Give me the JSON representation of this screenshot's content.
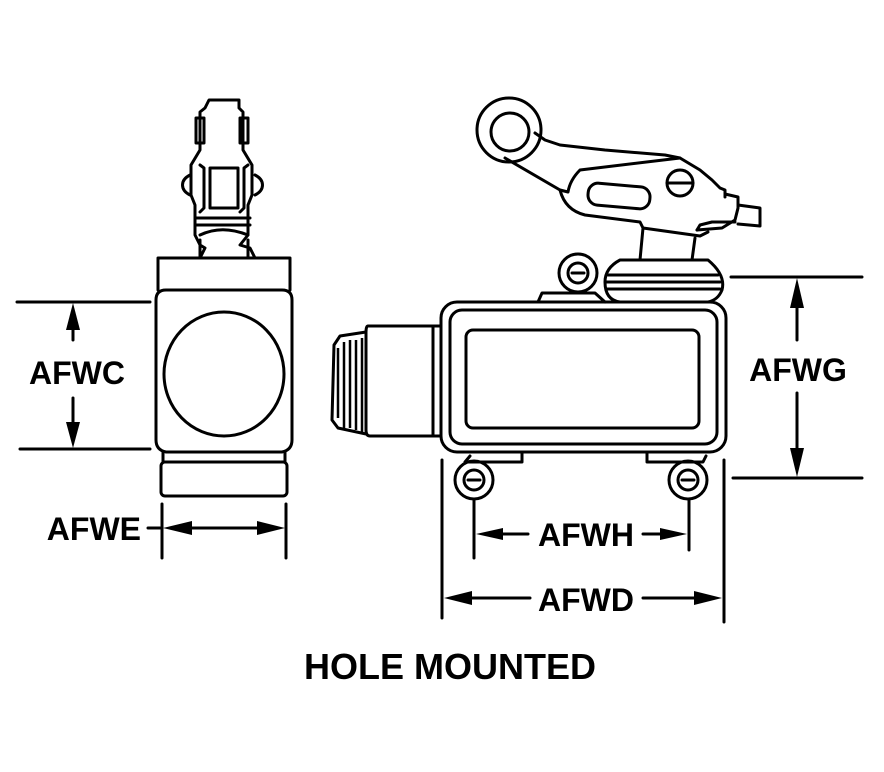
{
  "title": "HOLE MOUNTED",
  "dimensions": {
    "afwc": "AFWC",
    "afwe": "AFWE",
    "afwg": "AFWG",
    "afwh": "AFWH",
    "afwd": "AFWD"
  },
  "colors": {
    "line": "#000000",
    "background": "#ffffff"
  }
}
